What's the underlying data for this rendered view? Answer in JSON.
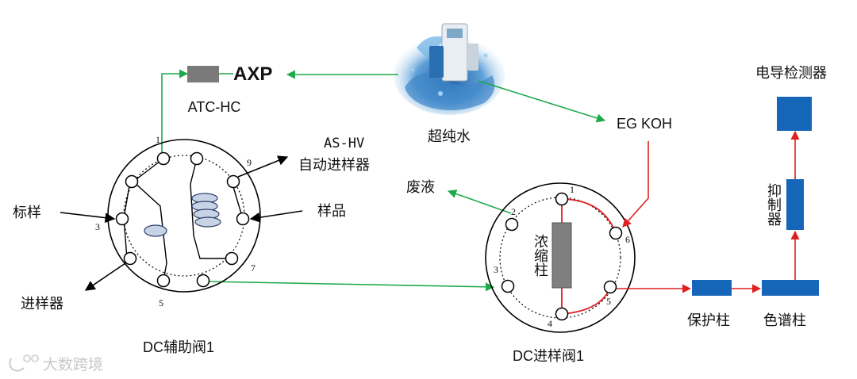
{
  "labels": {
    "axp": "AXP",
    "atc_hc": "ATC-HC",
    "water": "超纯水",
    "eg_koh": "EG KOH",
    "detector": "电导检测器",
    "as_hv": "AS-HV",
    "autosampler": "自动进样器",
    "standard": "标样",
    "sample": "样品",
    "injector": "进样器",
    "aux_valve": "DC辅助阀1",
    "waste": "废液",
    "conc_column": "浓缩柱",
    "suppressor": "抑制器",
    "guard_column": "保护柱",
    "analytical_column": "色谱柱",
    "inj_valve": "DC进样阀1",
    "watermark": "大数跨境"
  },
  "aux_valve_ports": {
    "p1": "1",
    "p3": "3",
    "p5": "5",
    "p7": "7",
    "p9": "9"
  },
  "inj_valve_ports": {
    "p1": "1",
    "p2": "2",
    "p3": "3",
    "p4": "4",
    "p5": "5",
    "p6": "6"
  },
  "colors": {
    "green_line": "#1faa4a",
    "red_line": "#e02020",
    "blue_block": "#1565b8",
    "gray_block": "#777777",
    "black_line": "#000000"
  }
}
